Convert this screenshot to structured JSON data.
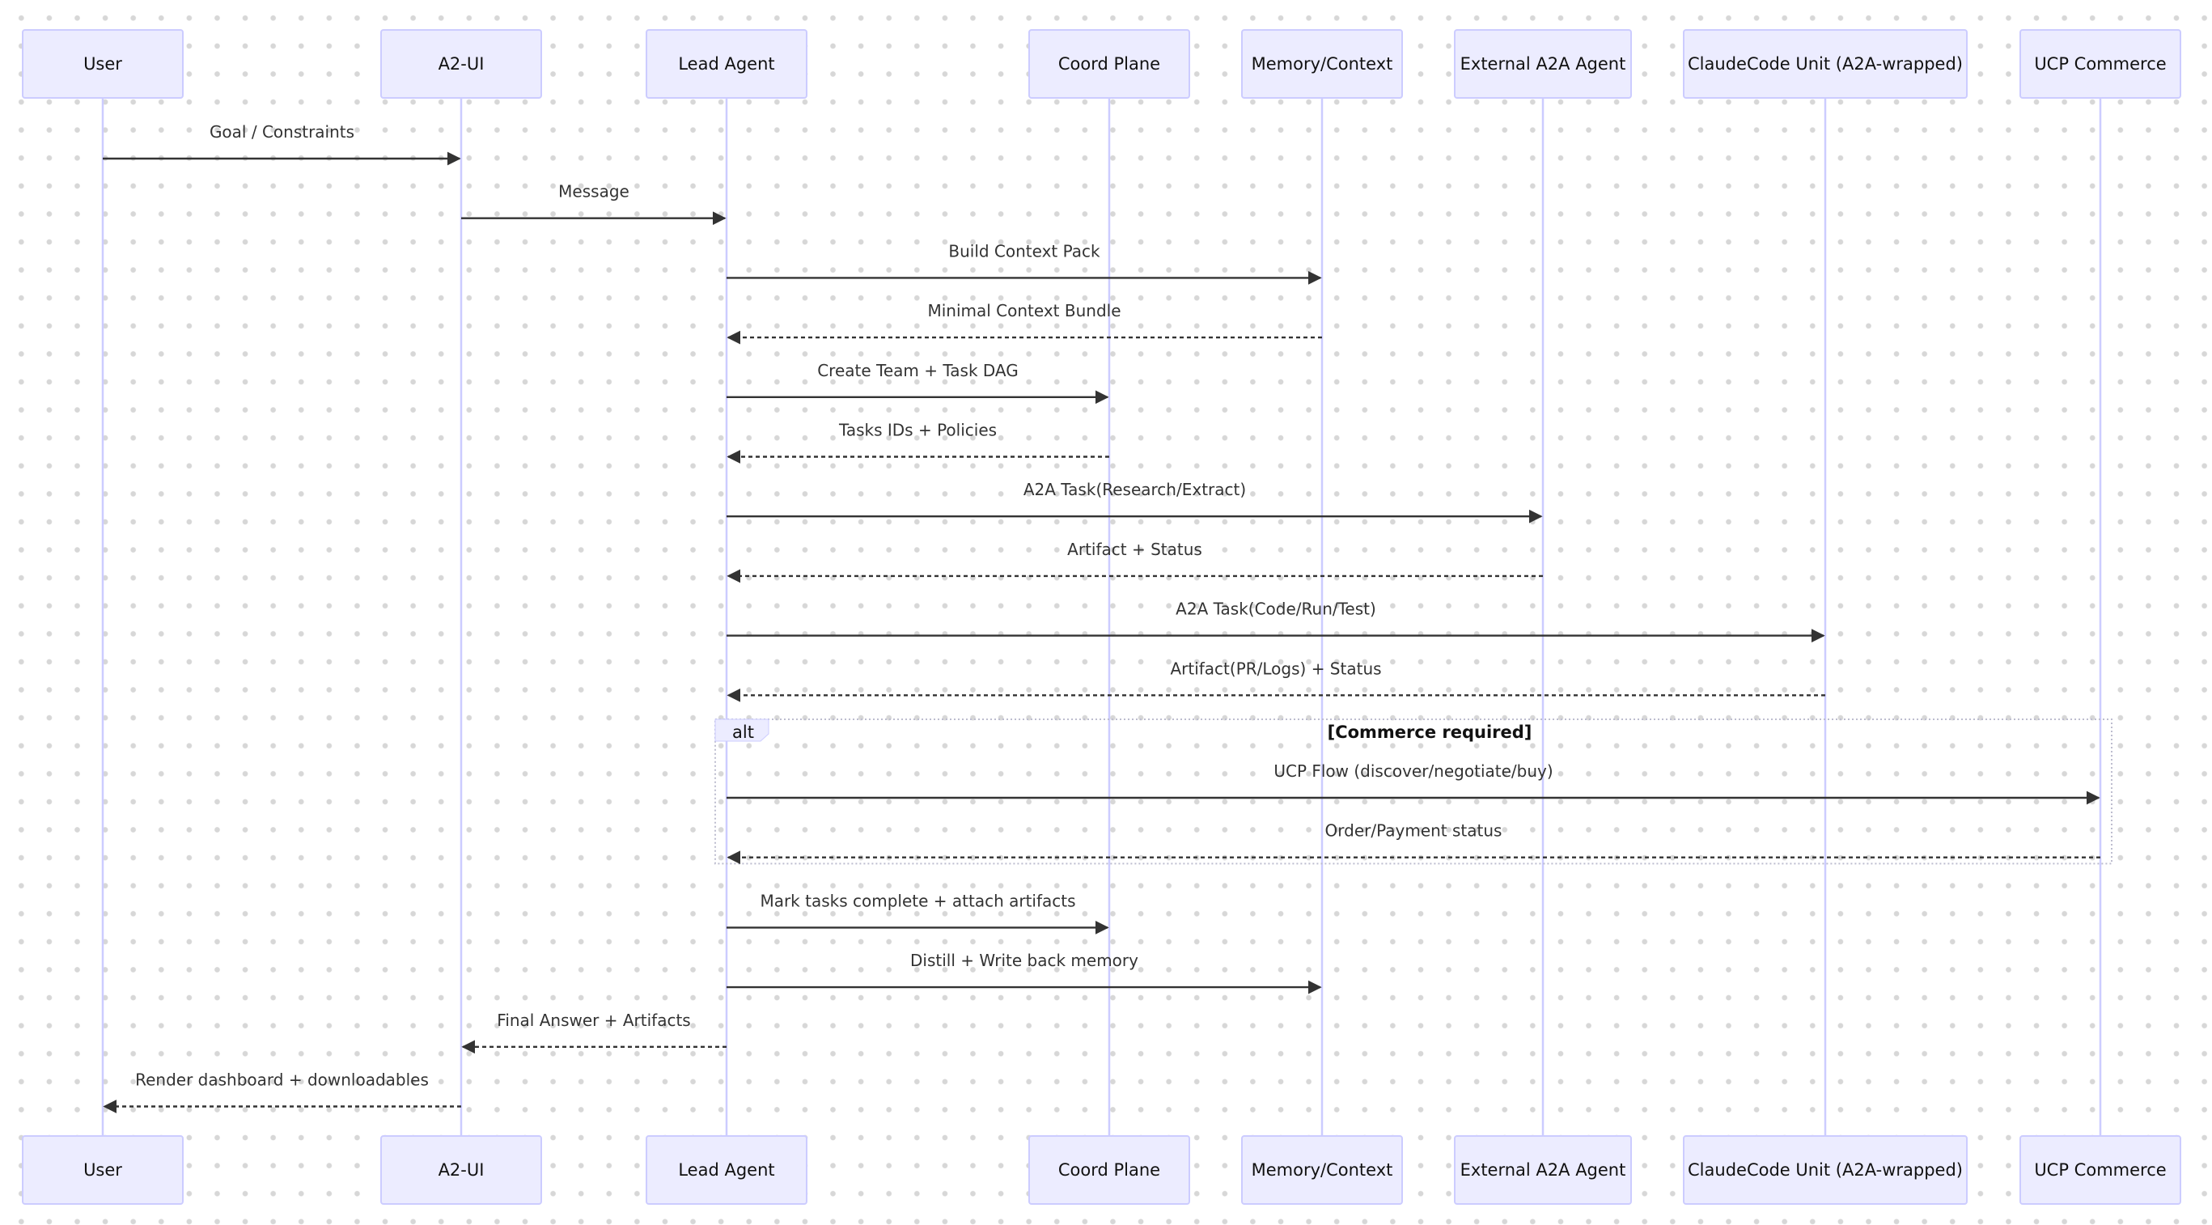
{
  "actors": [
    {
      "id": "user",
      "label": "User"
    },
    {
      "id": "a2ui",
      "label": "A2-UI"
    },
    {
      "id": "lead",
      "label": "Lead Agent"
    },
    {
      "id": "coord",
      "label": "Coord Plane"
    },
    {
      "id": "memory",
      "label": "Memory/Context"
    },
    {
      "id": "external",
      "label": "External A2A Agent"
    },
    {
      "id": "claude",
      "label": "ClaudeCode Unit (A2A-wrapped)"
    },
    {
      "id": "ucp",
      "label": "UCP Commerce"
    }
  ],
  "messages": [
    {
      "from": "user",
      "to": "a2ui",
      "label": "Goal / Constraints",
      "style": "solid"
    },
    {
      "from": "a2ui",
      "to": "lead",
      "label": "Message",
      "style": "solid"
    },
    {
      "from": "lead",
      "to": "memory",
      "label": "Build Context Pack",
      "style": "solid"
    },
    {
      "from": "memory",
      "to": "lead",
      "label": "Minimal Context Bundle",
      "style": "dashed"
    },
    {
      "from": "lead",
      "to": "coord",
      "label": "Create Team + Task DAG",
      "style": "solid"
    },
    {
      "from": "coord",
      "to": "lead",
      "label": "Tasks IDs + Policies",
      "style": "dashed"
    },
    {
      "from": "lead",
      "to": "external",
      "label": "A2A Task(Research/Extract)",
      "style": "solid"
    },
    {
      "from": "external",
      "to": "lead",
      "label": "Artifact + Status",
      "style": "dashed"
    },
    {
      "from": "lead",
      "to": "claude",
      "label": "A2A Task(Code/Run/Test)",
      "style": "solid"
    },
    {
      "from": "claude",
      "to": "lead",
      "label": "Artifact(PR/Logs) + Status",
      "style": "dashed"
    },
    {
      "from": "lead",
      "to": "ucp",
      "label": "UCP Flow (discover/negotiate/buy)",
      "style": "solid",
      "in_alt": true
    },
    {
      "from": "ucp",
      "to": "lead",
      "label": "Order/Payment status",
      "style": "dashed",
      "in_alt": true
    },
    {
      "from": "lead",
      "to": "coord",
      "label": "Mark tasks complete + attach artifacts",
      "style": "solid"
    },
    {
      "from": "lead",
      "to": "memory",
      "label": "Distill + Write back memory",
      "style": "solid"
    },
    {
      "from": "lead",
      "to": "a2ui",
      "label": "Final Answer + Artifacts",
      "style": "dashed"
    },
    {
      "from": "a2ui",
      "to": "user",
      "label": "Render dashboard + downloadables",
      "style": "dashed"
    }
  ],
  "alt_block": {
    "keyword": "alt",
    "condition": "[Commerce required]"
  },
  "colors": {
    "actor_fill": "#ececff",
    "actor_stroke": "#ccccff",
    "line": "#333333"
  }
}
